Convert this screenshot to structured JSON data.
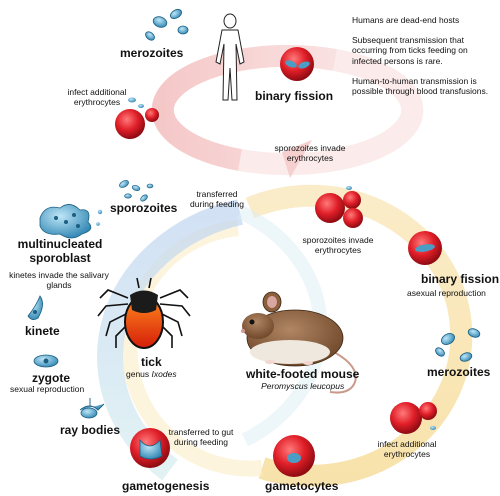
{
  "notes": {
    "line1": "Humans are dead-end hosts",
    "line2": "Subsequent transmission that occurring from ticks feeding on infected persons is rare.",
    "line3": "Human-to-human transmission is possible through blood transfusions."
  },
  "human_cycle": {
    "merozoites": "merozoites",
    "binary_fission": "binary fission",
    "infect": "infect additional erythrocytes",
    "sporozoites_invade": "sporozoites invade erythrocytes"
  },
  "mouse_cycle": {
    "transferred_feeding": "transferred during feeding",
    "sporozoites_invade": "sporozoites invade erythrocytes",
    "binary_fission": "binary fission",
    "asexual": "asexual reproduction",
    "merozoites": "merozoites",
    "infect": "infect additional erythrocytes",
    "gametocytes": "gametocytes",
    "mouse_name": "white-footed mouse",
    "mouse_latin": "Peromyscus leucopus"
  },
  "tick_cycle": {
    "sporozoites": "sporozoites",
    "multinucleated": "multinucleated",
    "sporoblast": "sporoblast",
    "kinetes_invade": "kinetes invade the salivary glands",
    "kinete": "kinete",
    "zygote": "zygote",
    "sexual": "sexual reproduction",
    "ray_bodies": "ray bodies",
    "gametogenesis": "gametogenesis",
    "transferred_gut": "transferred to gut during feeding",
    "tick_name": "tick",
    "tick_genus_prefix": "genus",
    "tick_genus": "Ixodes"
  },
  "colors": {
    "rbc": "#d8202a",
    "parasite": "#3a8fb8",
    "human_arrow": "#f2b9b9",
    "mouse_arrow": "#f7dc99",
    "tick_arrow": "#bcd4ee"
  }
}
